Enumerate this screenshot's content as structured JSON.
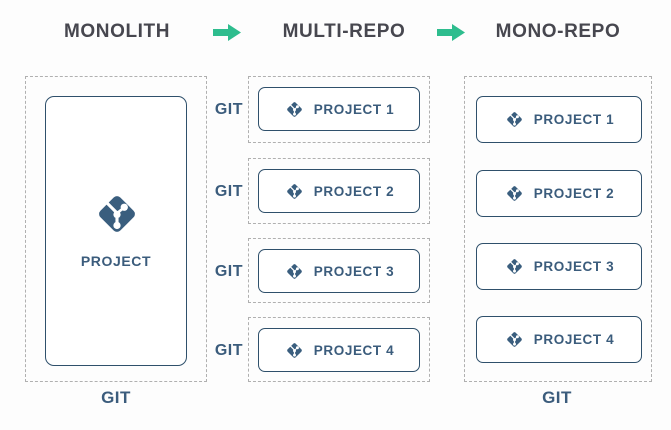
{
  "header": {
    "stages": [
      {
        "label": "MONOLITH"
      },
      {
        "label": "MULTI-REPO"
      },
      {
        "label": "MONO-REPO"
      }
    ]
  },
  "monolith": {
    "project_label": "PROJECT",
    "git_label": "GIT"
  },
  "multi_repo": {
    "repos": [
      {
        "git_label": "GIT",
        "project_label": "PROJECT 1"
      },
      {
        "git_label": "GIT",
        "project_label": "PROJECT 2"
      },
      {
        "git_label": "GIT",
        "project_label": "PROJECT 3"
      },
      {
        "git_label": "GIT",
        "project_label": "PROJECT 4"
      }
    ]
  },
  "mono_repo": {
    "git_label": "GIT",
    "projects": [
      {
        "project_label": "PROJECT 1"
      },
      {
        "project_label": "PROJECT 2"
      },
      {
        "project_label": "PROJECT 3"
      },
      {
        "project_label": "PROJECT 4"
      }
    ]
  },
  "colors": {
    "slate_blue": "#3b5c7c",
    "icon_fill": "#3a5e7e",
    "card_border": "#2f506b",
    "arrow_green": "#2ebd8e",
    "header_text": "#47474f",
    "dash_gray": "#b0b0b0"
  },
  "icons": {
    "git_icon": "git-diamond-logo",
    "arrow_icon": "right-block-arrow"
  }
}
